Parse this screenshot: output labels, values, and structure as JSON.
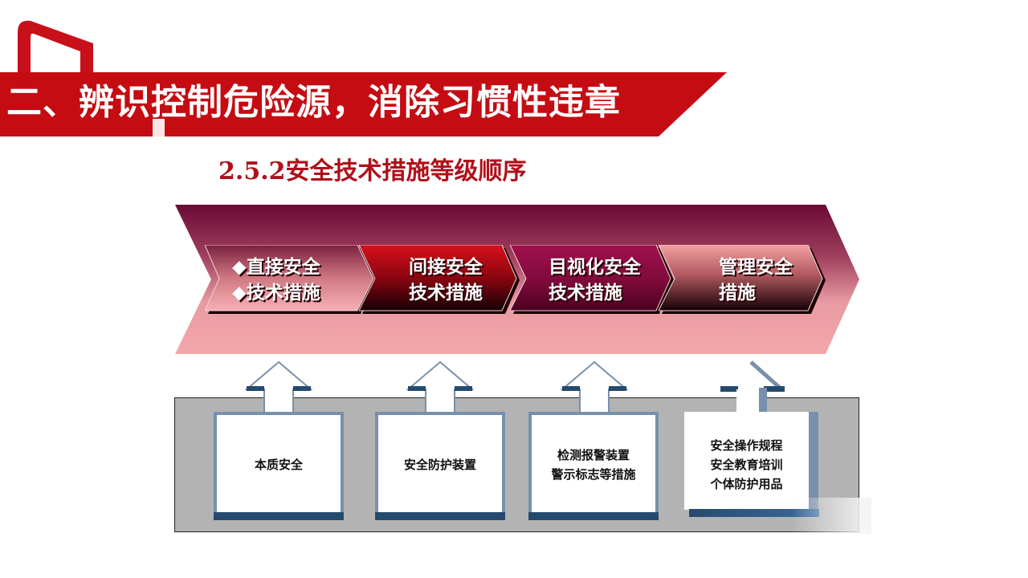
{
  "header": {
    "title": "二、辨识控制危险源，消除习惯性违章",
    "subtitle": "2.5.2安全技术措施等级顺序",
    "brand_color": "#c8101a"
  },
  "flow": {
    "stages": [
      {
        "lines": [
          "◆直接安全",
          "◆技术措施"
        ],
        "color_top": "#8a3a55",
        "color_bottom": "#f3a8ae"
      },
      {
        "lines": [
          "间接安全",
          "技术措施"
        ],
        "color_top": "#d0101a",
        "color_bottom": "#1a0005"
      },
      {
        "lines": [
          "目视化安全",
          "技术措施"
        ],
        "color_top": "#a0104a",
        "color_bottom": "#5a0020"
      },
      {
        "lines": [
          "管理安全",
          "措施"
        ],
        "color_top": "#f0a0a0",
        "color_bottom": "#1a0005"
      }
    ]
  },
  "boxes": [
    {
      "lines": [
        "本质安全"
      ]
    },
    {
      "lines": [
        "安全防护装置"
      ]
    },
    {
      "lines": [
        "检测报警装置",
        "警示标志等措施"
      ]
    },
    {
      "lines": [
        "安全操作规程",
        "安全教育培训",
        "个体防护用品"
      ]
    }
  ]
}
